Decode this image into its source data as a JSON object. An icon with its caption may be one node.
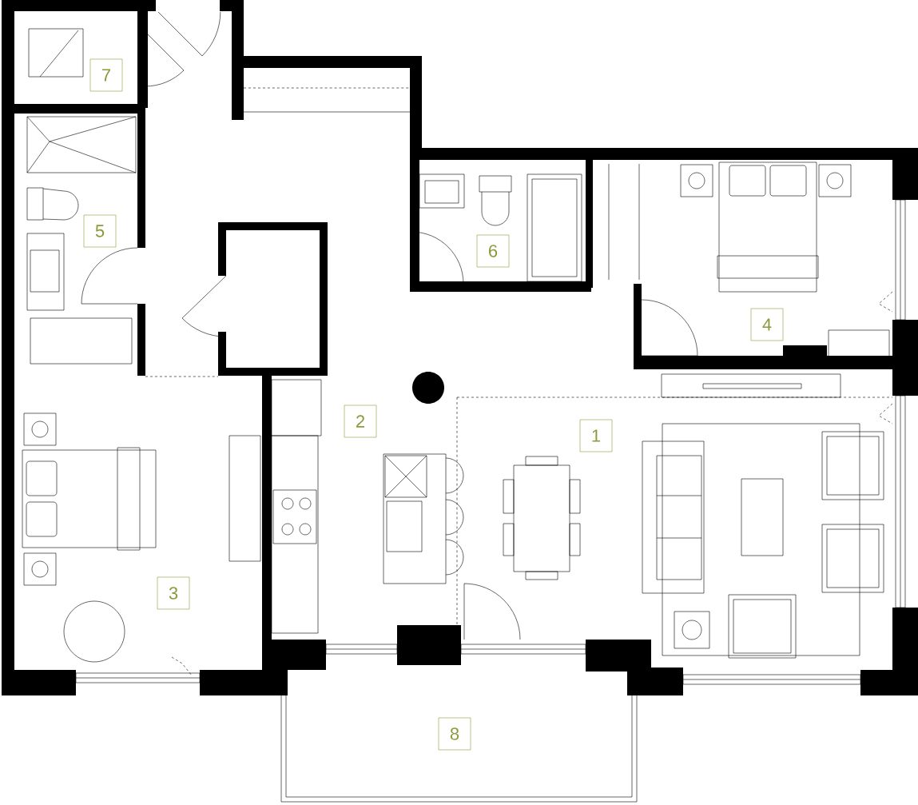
{
  "diagram": {
    "nodes": [
      {
        "text": [
          "1"
        ]
      },
      {
        "text": [
          "2"
        ]
      },
      {
        "text": [
          "3"
        ]
      },
      {
        "text": [
          "4"
        ]
      },
      {
        "text": [
          "5"
        ]
      },
      {
        "text": [
          "6"
        ]
      },
      {
        "text": [
          "7"
        ]
      },
      {
        "text": [
          "8"
        ]
      }
    ]
  }
}
